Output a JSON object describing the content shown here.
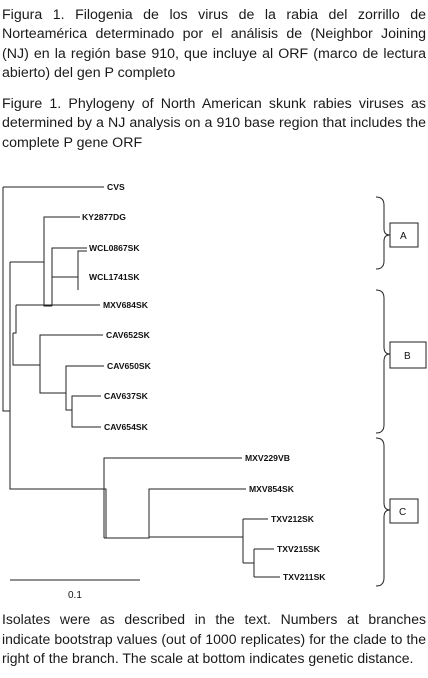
{
  "captions": {
    "spanish": "Figura 1. Filogenia de los virus de la rabia del zorrillo de Norteamérica determinado por el análisis de (Neighbor Joining (NJ) en la región base 910, que incluye al ORF (marco de lectura abierto) del gen P completo",
    "english": "Figure 1. Phylogeny of North American skunk rabies viruses as determined by a NJ analysis on a 910 base region that includes the complete P gene ORF"
  },
  "tree": {
    "leaves": [
      "CVS",
      "KY2877DG",
      "WCL0867SK",
      "WCL1741SK",
      "MXV684SK",
      "CAV652SK",
      "CAV650SK",
      "CAV637SK",
      "CAV654SK",
      "MXV229VB",
      "MXV854SK",
      "TXV212SK",
      "TXV215SK",
      "TXV211SK"
    ],
    "clades": [
      "A",
      "B",
      "C"
    ],
    "scale_label": "0.1"
  },
  "footnote": "Isolates were as described in the text. Numbers at branches indicate bootstrap values (out of 1000 replicates) for the clade to the right of the branch. The scale at bottom indicates genetic distance."
}
